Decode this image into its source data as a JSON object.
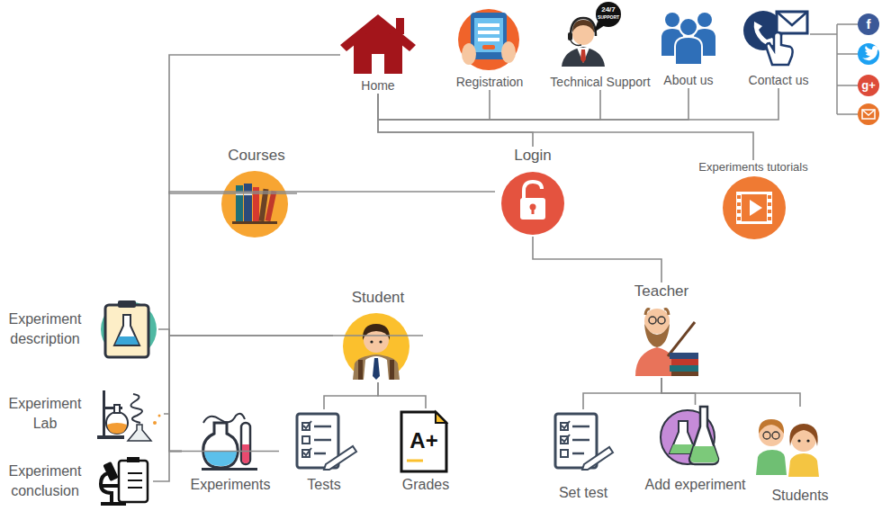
{
  "diagram": {
    "nodes": [
      {
        "text": [
          "Home"
        ]
      },
      {
        "text": [
          "Registration"
        ]
      },
      {
        "text": [
          "Technical Support"
        ]
      },
      {
        "text": [
          "About us"
        ]
      },
      {
        "text": [
          "Contact us"
        ]
      },
      {
        "text": [
          "Courses"
        ]
      },
      {
        "text": [
          "Login"
        ]
      },
      {
        "text": [
          "Experiments  tutorials"
        ]
      },
      {
        "text": [
          "Student"
        ]
      },
      {
        "text": [
          "Teacher"
        ]
      },
      {
        "text": [
          "Experiment description"
        ]
      },
      {
        "text": [
          "Experiment Lab"
        ]
      },
      {
        "text": [
          "Experiment conclusion"
        ]
      },
      {
        "text": [
          "Experiments"
        ]
      },
      {
        "text": [
          "Tests"
        ]
      },
      {
        "text": [
          "Grades"
        ]
      },
      {
        "text": [
          "Set test"
        ]
      },
      {
        "text": [
          "Add experiment"
        ]
      },
      {
        "text": [
          "Students"
        ]
      }
    ],
    "edges": [
      {
        "from": 0,
        "to": 1,
        "arrow": "none"
      },
      {
        "from": 0,
        "to": 2,
        "arrow": "none"
      },
      {
        "from": 0,
        "to": 3,
        "arrow": "none"
      },
      {
        "from": 0,
        "to": 4,
        "arrow": "none"
      },
      {
        "from": 0,
        "to": 5,
        "arrow": "none"
      },
      {
        "from": 0,
        "to": 6,
        "arrow": "none"
      },
      {
        "from": 0,
        "to": 7,
        "arrow": "none"
      },
      {
        "from": 6,
        "to": 8,
        "arrow": "none"
      },
      {
        "from": 6,
        "to": 9,
        "arrow": "none"
      },
      {
        "from": 8,
        "to": 13,
        "arrow": "none"
      },
      {
        "from": 8,
        "to": 14,
        "arrow": "none"
      },
      {
        "from": 8,
        "to": 15,
        "arrow": "none"
      },
      {
        "from": 9,
        "to": 16,
        "arrow": "none"
      },
      {
        "from": 9,
        "to": 17,
        "arrow": "none"
      },
      {
        "from": 9,
        "to": 18,
        "arrow": "none"
      },
      {
        "from": 13,
        "to": 10,
        "arrow": "none"
      },
      {
        "from": 13,
        "to": 11,
        "arrow": "none"
      },
      {
        "from": 13,
        "to": 12,
        "arrow": "none"
      }
    ],
    "labels": [
      "24/7",
      "SUPPORT",
      "A+",
      "f",
      "g+"
    ]
  }
}
